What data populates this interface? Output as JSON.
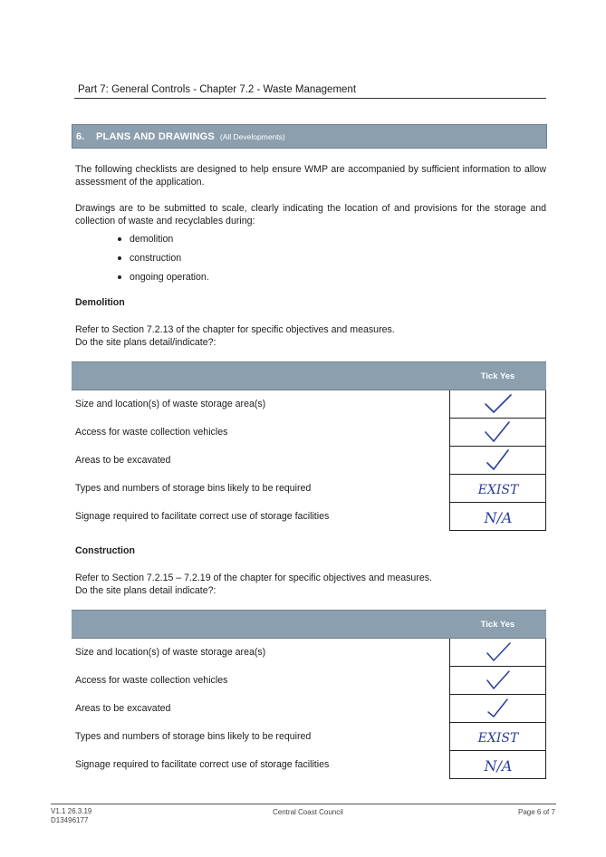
{
  "header": {
    "title": "Part 7:  General Controls - Chapter 7.2 - Waste Management"
  },
  "section": {
    "number": "6.",
    "title": "PLANS AND DRAWINGS",
    "subtitle": "(All Developments)"
  },
  "intro": "The following checklists are designed to help ensure WMP are accompanied by sufficient information to allow assessment of the application.",
  "drawings_intro": "Drawings are to be submitted to scale, clearly indicating the location of and provisions for the storage and collection of waste and recyclables during:",
  "stages": [
    "demolition",
    "construction",
    "ongoing operation."
  ],
  "demolition": {
    "heading": "Demolition",
    "ref": "Refer to Section 7.2.13 of the chapter for specific objectives and measures.",
    "question": "Do the site plans detail/indicate?:",
    "col_header": "Tick Yes",
    "rows": [
      {
        "item": "Size and location(s) of waste storage area(s)",
        "mark": "✓"
      },
      {
        "item": "Access for waste collection vehicles",
        "mark": "✓"
      },
      {
        "item": "Areas to be excavated",
        "mark": "✓"
      },
      {
        "item": "Types and numbers of storage bins likely to be required",
        "mark": "EXIST"
      },
      {
        "item": "Signage required to facilitate correct use of storage facilities",
        "mark": "N/A"
      }
    ]
  },
  "construction": {
    "heading": "Construction",
    "ref": "Refer to Section 7.2.15 – 7.2.19 of the chapter for specific objectives and measures.",
    "question": "Do the site plans detail indicate?:",
    "col_header": "Tick Yes",
    "rows": [
      {
        "item": "Size and location(s) of waste storage area(s)",
        "mark": "✓"
      },
      {
        "item": "Access for waste collection vehicles",
        "mark": "✓"
      },
      {
        "item": "Areas to be excavated",
        "mark": "✓"
      },
      {
        "item": "Types and numbers of storage bins likely to be required",
        "mark": "EXIST"
      },
      {
        "item": "Signage required to facilitate correct use of storage facilities",
        "mark": "N/A"
      }
    ]
  },
  "footer": {
    "version": "V1.1 26.3.19",
    "doc_id": "D13496177",
    "org": "Central Coast Council",
    "page": "Page 6 of 7"
  },
  "colors": {
    "banner": "#8c9fae",
    "ink": "#2a3d9c"
  }
}
